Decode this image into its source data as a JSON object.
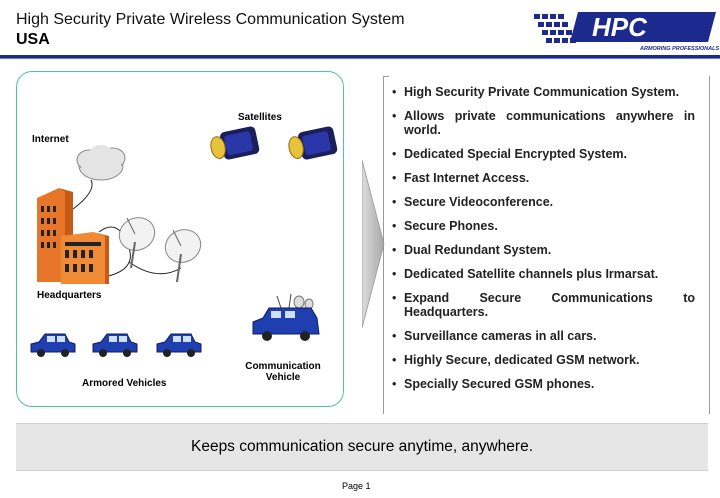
{
  "header": {
    "title_line1": "High Security Private Wireless Communication System",
    "title_line2": "USA",
    "logo_text": "HPC",
    "logo_tagline": "ARMORING PROFESSIONALS"
  },
  "diagram": {
    "labels": {
      "satellites": "Satellites",
      "internet": "Internet",
      "headquarters": "Headquarters",
      "armored_vehicles": "Armored Vehicles",
      "communication_vehicle_line1": "Communication",
      "communication_vehicle_line2": "Vehicle"
    }
  },
  "features": [
    "High Security Private Communication System.",
    "Allows private communications anywhere in world.",
    "Dedicated Special Encrypted System.",
    "Fast Internet Access.",
    "Secure Videoconference.",
    "Secure Phones.",
    "Dual Redundant System.",
    "Dedicated Satellite channels plus Irmarsat.",
    "Expand Secure Communications to Headquarters.",
    "Surveillance cameras in all cars.",
    "Highly Secure, dedicated GSM network.",
    "Specially Secured GSM phones."
  ],
  "banner": {
    "text": "Keeps communication secure anytime, anywhere."
  },
  "footer": {
    "page_label": "Page  1"
  },
  "colors": {
    "accent_blue": "#1b2a8c",
    "frame_green": "#4fc3a1",
    "building_orange": "#e8762a",
    "vehicle_blue": "#1f3fb0"
  }
}
